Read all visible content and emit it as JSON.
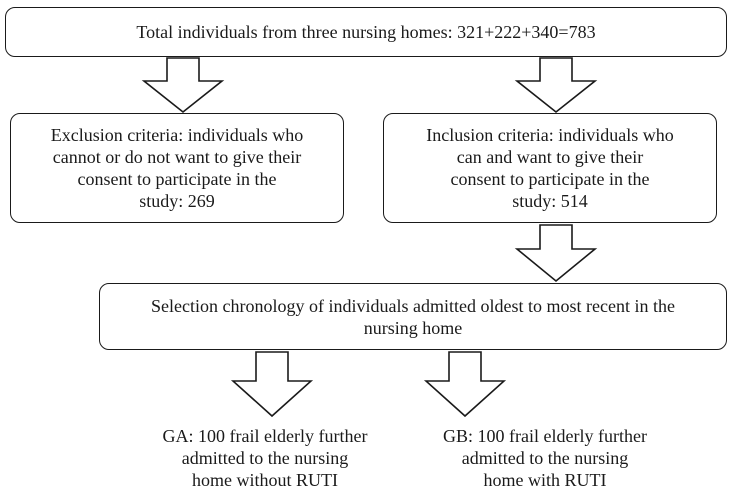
{
  "diagram": {
    "total": "Total individuals from three nursing homes: 321+222+340=783",
    "exclusion": "Exclusion criteria: individuals who\ncannot or do not want to give their\nconsent to participate in the\nstudy: 269",
    "inclusion": "Inclusion criteria: individuals who\ncan and want to give their\nconsent to participate in the\nstudy: 514",
    "selection": "Selection chronology of individuals admitted oldest to most recent in the\nnursing home",
    "group_a": "GA: 100 frail elderly further\nadmitted to the nursing\nhome without RUTI",
    "group_b": "GB: 100 frail elderly further\nadmitted to the nursing\nhome with RUTI"
  }
}
